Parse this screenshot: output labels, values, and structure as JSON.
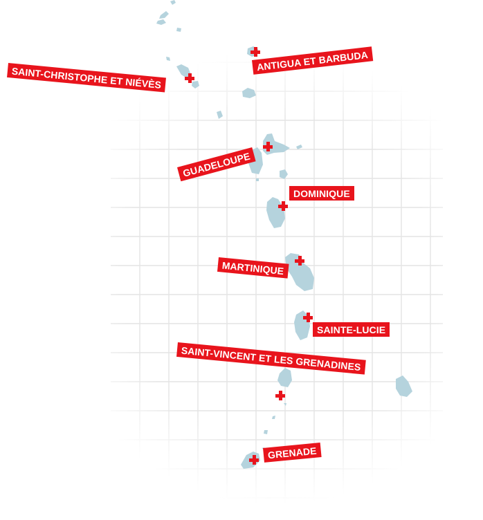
{
  "colors": {
    "sea_grid": "#e4e4e4",
    "island_fill": "#b5d3dd",
    "marker_red": "#e8141c",
    "label_bg": "#e8141c",
    "label_text": "#ffffff"
  },
  "icons": {
    "marker": "red-cross-icon"
  },
  "labels": {
    "antigua": "ANTIGUA ET BARBUDA",
    "stkitts": "SAINT-CHRISTOPHE ET NIÉVÈS",
    "guadeloupe": "GUADELOUPE",
    "dominique": "DOMINIQUE",
    "martinique": "MARTINIQUE",
    "stelucie": "SAINTE-LUCIE",
    "stvincent": "SAINT-VINCENT ET LES GRENADINES",
    "grenade": "GRENADE"
  }
}
